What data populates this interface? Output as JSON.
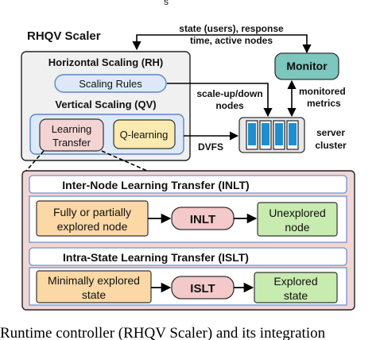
{
  "top_fragment": "s",
  "controller": {
    "title": "RHQV Scaler"
  },
  "horizontal": {
    "title": "Horizontal Scaling (RH)",
    "rules": "Scaling Rules"
  },
  "vertical": {
    "title": "Vertical Scaling (QV)",
    "learning_line1": "Learning",
    "learning_line2": "Transfer",
    "qlearning": "Q-learning"
  },
  "feedback": {
    "line1": "state (users), response",
    "line2": "time, active nodes"
  },
  "monitor": {
    "label": "Monitor",
    "metrics_line1": "monitored",
    "metrics_line2": "metrics"
  },
  "scale_arrow": {
    "line1": "scale-up/down",
    "line2": "nodes"
  },
  "dvfs": "DVFS",
  "cluster": {
    "line1": "server",
    "line2": "cluster"
  },
  "inlt": {
    "header": "Inter-Node Learning Transfer (INLT)",
    "source_line1": "Fully or partially",
    "source_line2": "explored node",
    "mid": "INLT",
    "target_line1": "Unexplored",
    "target_line2": "node"
  },
  "islt": {
    "header": "Intra-State Learning Transfer (ISLT)",
    "source_line1": "Minimally explored",
    "source_line2": "state",
    "mid": "ISLT",
    "target_line1": "Explored",
    "target_line2": "state"
  },
  "caption": "Runtime controller (RHQV Scaler) and its integration"
}
